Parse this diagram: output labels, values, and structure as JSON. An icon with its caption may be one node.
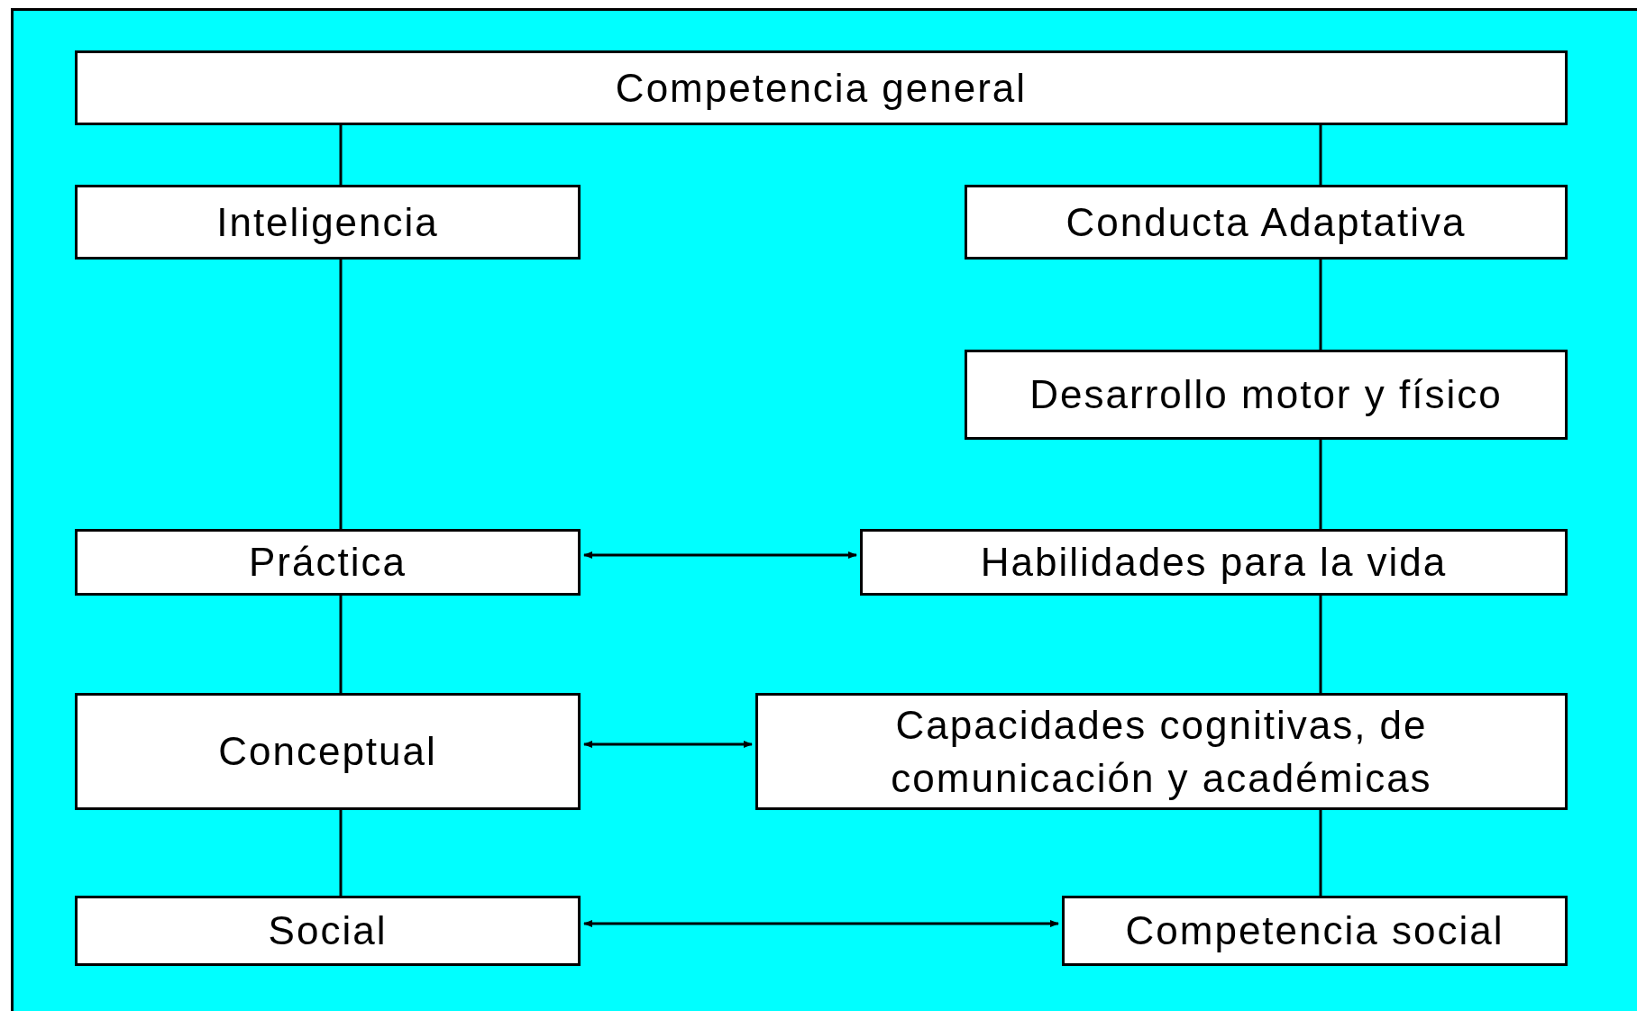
{
  "diagram": {
    "nodes": [
      {
        "text": [
          "Competencia general"
        ]
      },
      {
        "text": [
          "Inteligencia"
        ]
      },
      {
        "text": [
          "Conducta Adaptativa"
        ]
      },
      {
        "text": [
          "Desarrollo motor y físico"
        ]
      },
      {
        "text": [
          "Práctica"
        ]
      },
      {
        "text": [
          "Habilidades para la vida"
        ]
      },
      {
        "text": [
          "Conceptual"
        ]
      },
      {
        "text": [
          "Capacidades cognitivas, de comunicación y académicas"
        ]
      },
      {
        "text": [
          "Social"
        ]
      },
      {
        "text": [
          "Competencia social"
        ]
      }
    ],
    "edges": [
      {
        "from": 0,
        "to": 1,
        "arrow": "none"
      },
      {
        "from": 1,
        "to": 4,
        "arrow": "none"
      },
      {
        "from": 4,
        "to": 6,
        "arrow": "none"
      },
      {
        "from": 6,
        "to": 8,
        "arrow": "none"
      },
      {
        "from": 0,
        "to": 2,
        "arrow": "none"
      },
      {
        "from": 2,
        "to": 3,
        "arrow": "none"
      },
      {
        "from": 3,
        "to": 5,
        "arrow": "none"
      },
      {
        "from": 5,
        "to": 7,
        "arrow": "none"
      },
      {
        "from": 7,
        "to": 9,
        "arrow": "none"
      },
      {
        "from": 4,
        "to": 5,
        "arrow": "both"
      },
      {
        "from": 6,
        "to": 7,
        "arrow": "both"
      },
      {
        "from": 8,
        "to": 9,
        "arrow": "both"
      }
    ]
  }
}
